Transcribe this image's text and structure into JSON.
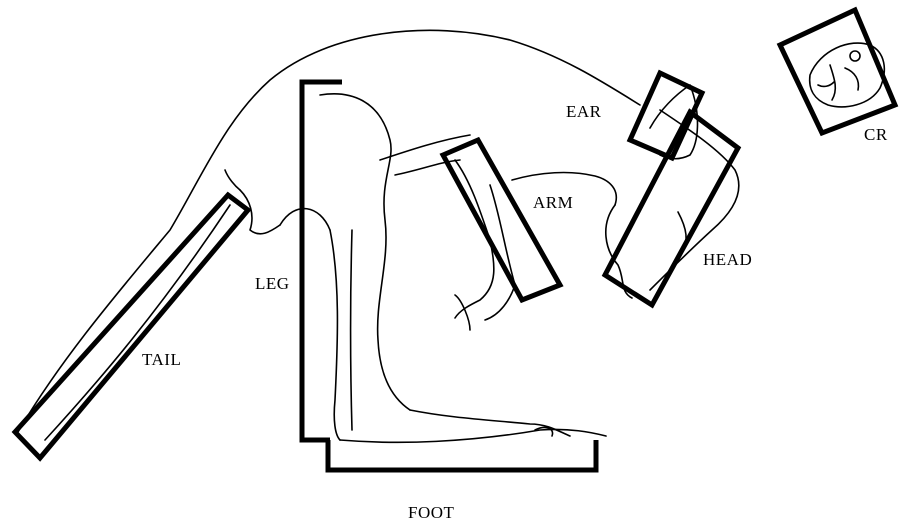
{
  "labels": {
    "ear": "EAR",
    "cr": "CR",
    "arm": "ARM",
    "head": "HEAD",
    "leg": "LEG",
    "tail": "TAIL",
    "foot": "FOOT"
  },
  "colors": {
    "ink": "#000000",
    "background": "#ffffff"
  }
}
